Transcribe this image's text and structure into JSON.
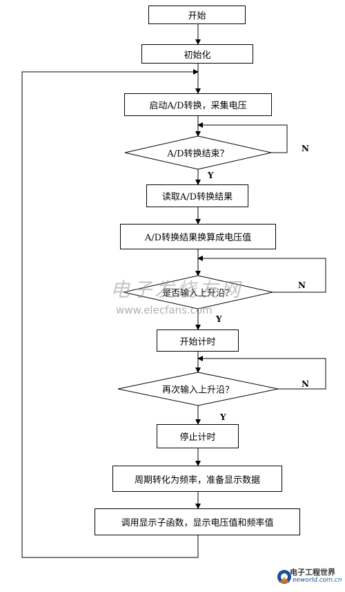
{
  "flowchart": {
    "steps": {
      "start": "开始",
      "init": "初始化",
      "start_adc": "启动A/D转换，采集电压",
      "adc_done": "A/D转换结束？",
      "read_adc": "读取A/D转换结果",
      "convert_voltage": "A/D转换结果换算成电压值",
      "rising_edge_1": "是否输入上升沿？",
      "start_timer": "开始计时",
      "rising_edge_2": "再次输入上升沿？",
      "stop_timer": "停止计时",
      "period_to_freq": "周期转化为频率，准备显示数据",
      "call_display": "调用显示子函数，显示电压值和频率值"
    },
    "branch_labels": {
      "yes": "Y",
      "no": "N"
    }
  },
  "watermark": {
    "text_cn": "电子发烧友网",
    "url": "www.elecfans.com"
  },
  "logo": {
    "name": "电子工程世界",
    "url": "eeworld.com.cn"
  }
}
